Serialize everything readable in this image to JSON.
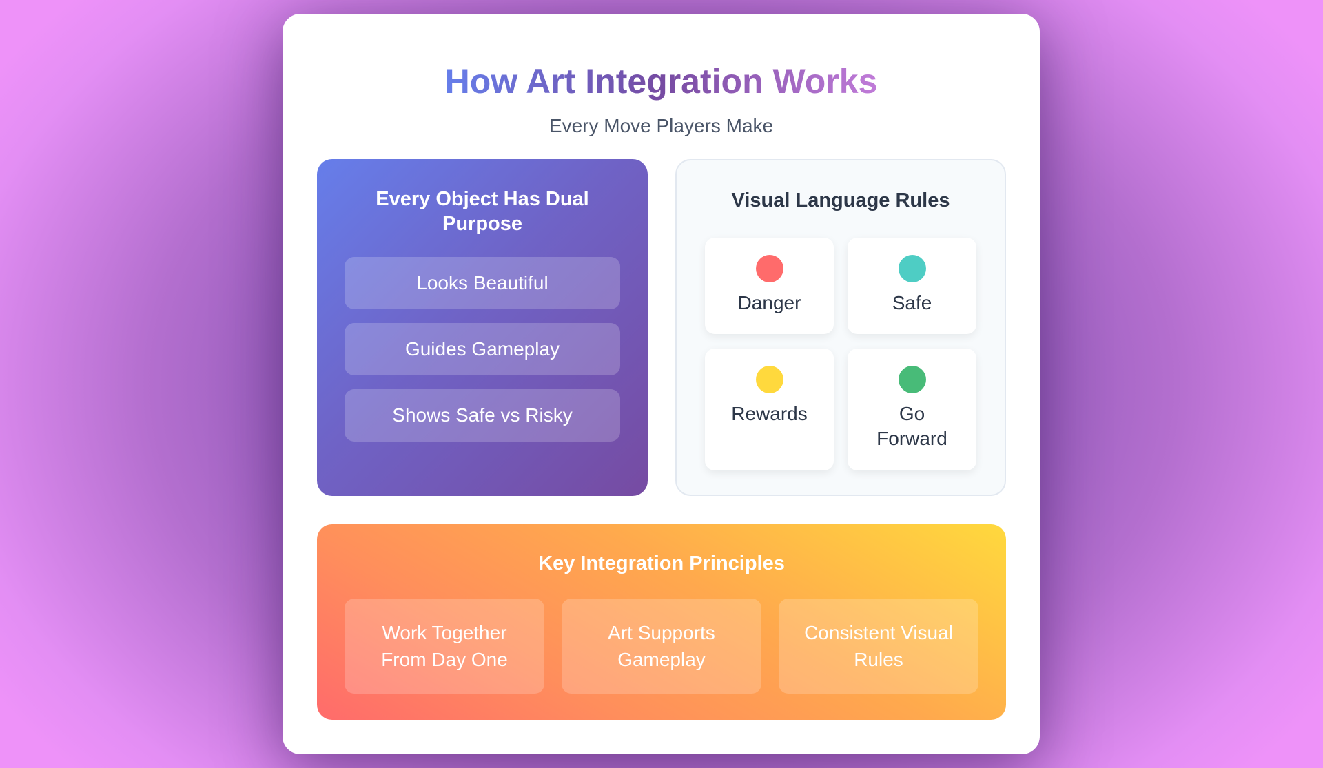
{
  "header": {
    "title": "How Art Integration Works",
    "subtitle": "Every Move Players Make"
  },
  "dual_purpose": {
    "title": "Every Object Has Dual Purpose",
    "items": [
      {
        "label": "Looks Beautiful"
      },
      {
        "label": "Guides Gameplay"
      },
      {
        "label": "Shows Safe vs Risky"
      }
    ],
    "gradient": [
      "#667eea",
      "#764ba2"
    ]
  },
  "visual_rules": {
    "title": "Visual Language Rules",
    "rules": [
      {
        "label": "Danger",
        "color": "#ff6b6b",
        "icon": "red-dot-icon"
      },
      {
        "label": "Safe",
        "color": "#4ecdc4",
        "icon": "teal-dot-icon"
      },
      {
        "label": "Rewards",
        "color": "#ffd93d",
        "icon": "yellow-dot-icon"
      },
      {
        "label": "Go Forward",
        "color": "#48bb78",
        "icon": "green-dot-icon"
      }
    ]
  },
  "principles": {
    "title": "Key Integration Principles",
    "items": [
      {
        "label": "Work Together From Day One"
      },
      {
        "label": "Art Supports Gameplay"
      },
      {
        "label": "Consistent Visual Rules"
      }
    ],
    "gradient": [
      "#ff6b6b",
      "#ffa94d",
      "#ffd93d"
    ]
  }
}
